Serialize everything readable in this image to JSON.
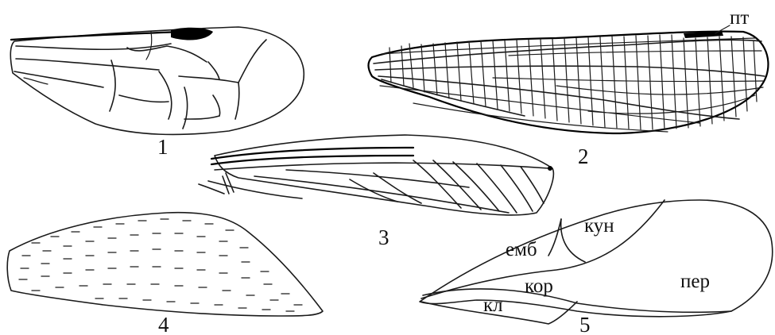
{
  "figure": {
    "labels": {
      "wing1_number": "1",
      "wing2_number": "2",
      "wing3_number": "3",
      "wing4_number": "4",
      "wing5_number": "5",
      "pterostigma": "пт",
      "embolium": "емб",
      "cuneus": "кун",
      "corium": "кор",
      "membrane": "пер",
      "clavus": "кл"
    }
  }
}
